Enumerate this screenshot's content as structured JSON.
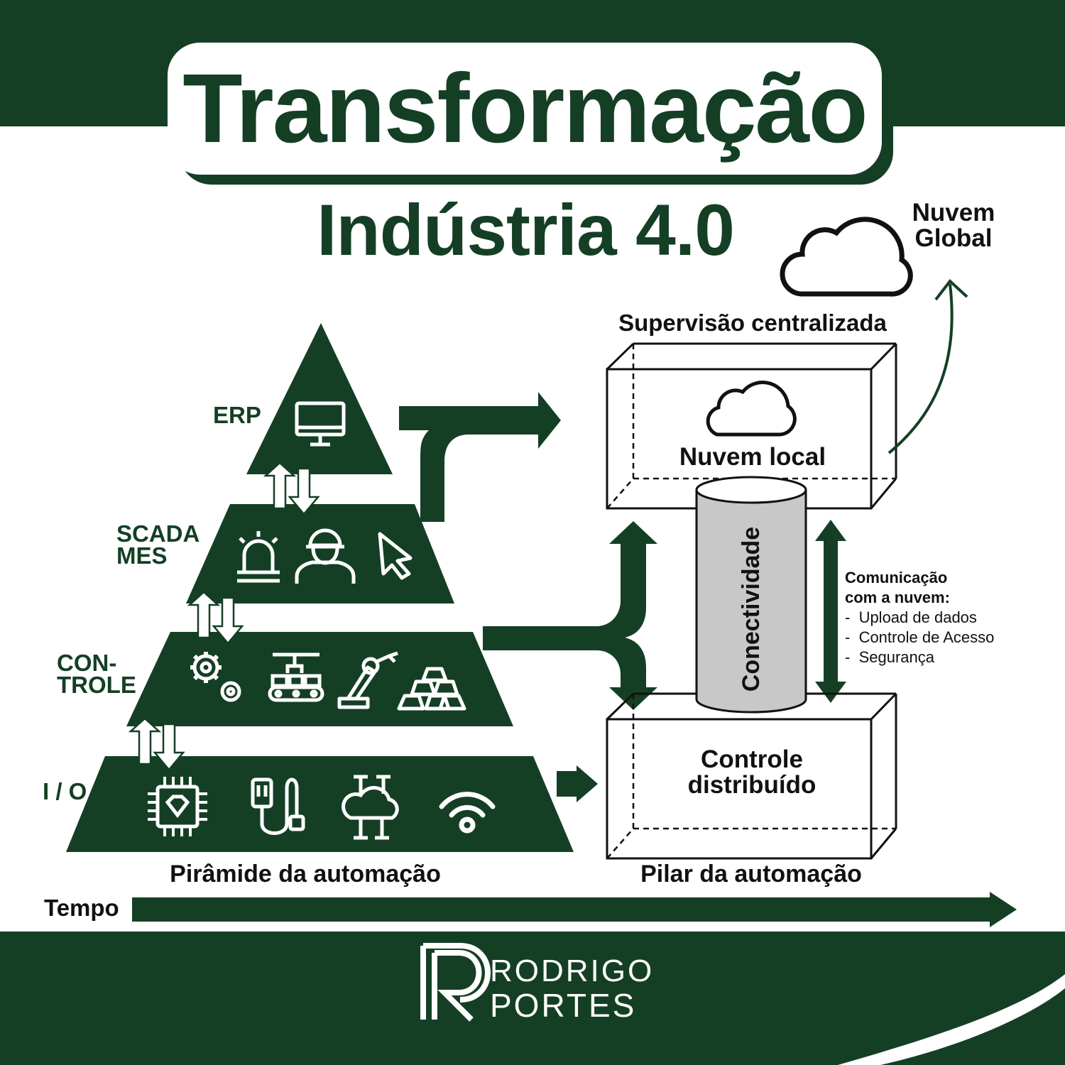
{
  "title": "Transformação",
  "subtitle": "Indústria 4.0",
  "pyramid": {
    "caption": "Pirâmide da automação",
    "levels": [
      {
        "label": "ERP",
        "icons": [
          "monitor-icon"
        ]
      },
      {
        "label_line1": "SCADA",
        "label_line2": "MES",
        "icons": [
          "alarm-light-icon",
          "worker-icon",
          "cursor-icon"
        ]
      },
      {
        "label_line1": "CON-",
        "label_line2": "TROLE",
        "icons": [
          "gears-icon",
          "conveyor-icon",
          "robot-arm-icon",
          "gold-bars-icon"
        ]
      },
      {
        "label": "I / O",
        "icons": [
          "chip-icon",
          "plug-icon",
          "cloud-network-icon",
          "wifi-icon"
        ]
      }
    ]
  },
  "pillar": {
    "caption": "Pilar da automação",
    "top_box_label": "Supervisão centralizada",
    "local_cloud": "Nuvem local",
    "connectivity": "Conectividade",
    "bottom_box_line1": "Controle",
    "bottom_box_line2": "distribuído"
  },
  "global_cloud": {
    "line1": "Nuvem",
    "line2": "Global"
  },
  "communication": {
    "title_line1": "Comunicação",
    "title_line2": "com a nuvem:",
    "items": [
      "Upload de dados",
      "Controle de Acesso",
      "Segurança"
    ]
  },
  "timeline": {
    "label": "Tempo"
  },
  "brand": {
    "line1": "RODRIGO",
    "line2": "PORTES",
    "monogram": "R"
  },
  "colors": {
    "primary": "#153f25",
    "white": "#ffffff",
    "cylinder": "#c8c8c8"
  }
}
